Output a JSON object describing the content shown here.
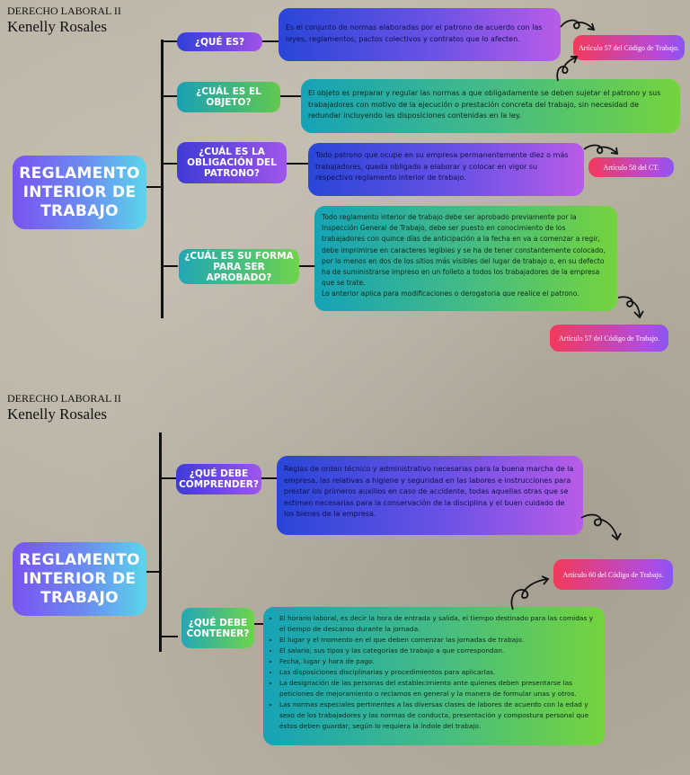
{
  "header": {
    "course": "DERECHO LABORAL II",
    "author": "Kenelly Rosales"
  },
  "map1": {
    "title": "REGLAMENTO INTERIOR DE TRABAJO",
    "branches": [
      {
        "question": "¿QUÉ ES?",
        "answer": "Es el conjunto de normas elaboradas por el patrono de acuerdo con las leyes, reglamentos, pactos colectivos y contratos que lo afecten.",
        "reference": "Artículo 57 del Código de Trabajo."
      },
      {
        "question": "¿CUÁL ES EL OBJETO?",
        "answer": "El objeto es preparar y regular las normas a que obligadamente se deben sujetar el patrono y sus trabajadores con motivo de la ejecución o prestación concreta del trabajo, sin necesidad de redundar incluyendo las disposiciones contenidas en la ley."
      },
      {
        "question": "¿CUÁL ES LA OBLIGACIÓN DEL PATRONO?",
        "answer": "Todo patrono que ocupe en su empresa permanentemente diez o más trabajadores, queda obligado a elaborar y colocar en vigor su respectivo reglamento interior de trabajo.",
        "reference": "Artículo 58 del CT."
      },
      {
        "question": "¿CUÁL ES SU FORMA PARA SER APROBADO?",
        "answer": "Todo reglamento interior de trabajo debe ser aprobado previamente por la Inspección General de Trabajo, debe ser puesto en conocimiento de los trabajadores con quince días de anticipación a la fecha en va a comenzar a regir, debe imprimirse en caracteres legibles y se ha de tener constantemente colocado, por lo menos en dos de los sitios más visibles del lugar de trabajo o, en su defecto ha de suministrarse impreso en un folleto a todos los trabajadores de la empresa que se trate.",
        "answer_extra": "Lo anterior aplica para modificaciones o derogatoria que realice el patrono.",
        "reference": "Artículo 57 del Código de Trabajo."
      }
    ]
  },
  "map2": {
    "title": "REGLAMENTO INTERIOR DE TRABAJO",
    "branches": [
      {
        "question": "¿QUÉ DEBE COMPRENDER?",
        "answer": "Reglas de orden técnico y administrativo necesarias para la buena marcha de la empresa, las relativas a higiene y seguridad en las labores e instrucciones para prestar los primeros auxilios en caso de accidente, todas aquellas otras que se estimen necesarias para la conservación de la disciplina y el buen cuidado de los bienes de la empresa.",
        "reference": "Artículo 60 del Código de Trabajo."
      },
      {
        "question": "¿QUÉ DEBE CONTENER?",
        "items": [
          "El horario laboral, es decir la hora de entrada y salida, el tiempo destinado para las comidas y el tiempo de descanso durante la jornada.",
          "El lugar y el momento en el que deben comenzar las jornadas de trabajo.",
          "El salario, sus tipos y las categorías de trabajo a que correspondan.",
          "Fecha, lugar y hora de pago.",
          "Las disposiciones disciplinarias y procedimientos para aplicarlas.",
          "La designación de las personas del establecimiento ante quienes deben presentarse las peticiones de mejoramiento o reclamos en general y la manera de formular unas y otros.",
          "Las normas especiales pertinentes a las diversas clases de labores de acuerdo con la edad y sexo de los trabajadores y las normas de conducta, presentación y compostura personal que éstos deben guardar, según lo requiera la índole del trabajo."
        ]
      }
    ]
  },
  "colors": {
    "line": "#111111",
    "title_gradient": [
      "#7b52f0",
      "#5ad6ea"
    ],
    "blue_purple": [
      "#2846d8",
      "#b85ce8"
    ],
    "teal_green": [
      "#15a3b7",
      "#74d43d"
    ],
    "reference": [
      "#f23a5a",
      "#8a55f0"
    ]
  }
}
